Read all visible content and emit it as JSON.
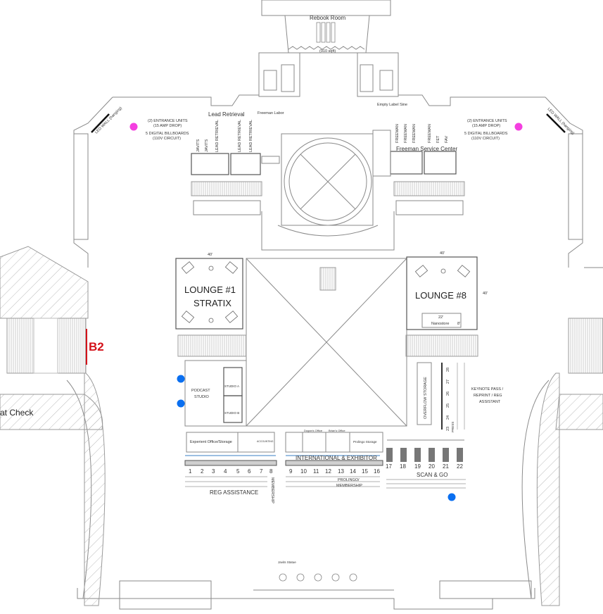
{
  "top": {
    "rebook_room": "Rebook Room",
    "rebook_size": "(910 sqft)",
    "freeman_labor": "Freeman Labor",
    "empty_label": "Empty Label Sine"
  },
  "entrance_left": {
    "line1": "(2) ENTRANCE UNITS",
    "line2": "(15 AMP DROP)",
    "line3": "5 DIGITAL BILLBOARDS",
    "line4": "(110V CIRCUIT)",
    "led_wall": "LED WALL (hanging)"
  },
  "entrance_right": {
    "line1": "(2) ENTRANCE UNITS",
    "line2": "(15 AMP DROP)",
    "line3": "5 DIGITAL BILLBOARDS",
    "line4": "(110V CIRCUIT)",
    "led_wall": "LED WALL (hanging)"
  },
  "lead_retrieval": {
    "title": "Lead Retrieval",
    "booths": [
      "JAVITS",
      "JAVITS",
      "LEAD RETRIEVAL",
      "LEAD RETRIEVAL",
      "LEAD RETRIEVAL"
    ]
  },
  "freeman_service": {
    "title": "Freeman Service Center",
    "booths": [
      "FREEMAN",
      "FREEMAN",
      "FREEMAN",
      "FREEMAN",
      "FET",
      "FAV"
    ]
  },
  "lounge1": {
    "title": "LOUNGE #1",
    "subtitle": "STRATIX",
    "dim": "40'"
  },
  "lounge8": {
    "title": "LOUNGE #8",
    "dim": "40'",
    "nanostore_dim": "22'",
    "nanostore": "Nanostore",
    "nanostore_depth": "8'"
  },
  "podcast": {
    "label1": "PODCAST",
    "label2": "STUDIO",
    "studio_a": "STUDIO A",
    "studio_b": "STUDIO B"
  },
  "overflow_storage": "OVERFLOW STORAGE",
  "keynote": {
    "line1": "KEYNOTE PASS /",
    "line2": "REPRINT / REG",
    "line3": "ASSISTANT"
  },
  "counters_right": [
    "23",
    "24",
    "25",
    "26",
    "27",
    "28"
  ],
  "press": "PRESS",
  "offices": {
    "experient": "Experient Office/Storage",
    "accounting": "ACCOUNTING",
    "dugans": "Dugan's Office",
    "brians": "Brian's Office",
    "prolingo": "Prolingo Storage"
  },
  "areas": {
    "international": "INTERNATIONAL & EXHIBITOR",
    "scan_go": "SCAN & GO",
    "reg_assistance": "REG ASSISTANCE",
    "membership": "MEMBERSHIP",
    "prolingo_membership1": "PROLINGO/",
    "prolingo_membership2": "MEMBERSHIP"
  },
  "counters": [
    "1",
    "2",
    "3",
    "4",
    "5",
    "6",
    "7",
    "8",
    "9",
    "10",
    "11",
    "12",
    "13",
    "14",
    "15",
    "16"
  ],
  "scan_stations": [
    "17",
    "18",
    "19",
    "20",
    "21",
    "22"
  ],
  "left": {
    "b2": "B2",
    "coat_check": "at Check"
  },
  "statue": "Javits Statue",
  "colors": {
    "pink_marker": "#f43fe0",
    "blue_marker": "#0a6ff0",
    "b2_red": "#d4121a"
  }
}
